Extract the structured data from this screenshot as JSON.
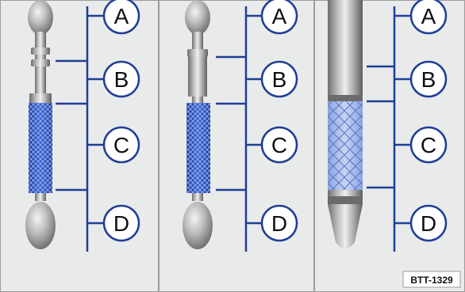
{
  "figure": {
    "code": "BTT-1329",
    "colors": {
      "background": "#e9eaea",
      "divider": "#9a9c9e",
      "callout_line": "#1f3f96",
      "callout_fill": "#ffffff",
      "callout_text": "#111111",
      "knurl_blue": "#2f57c4",
      "metal_light": "#e6e6e6",
      "metal_dark": "#7a7a7a"
    },
    "panels": [
      {
        "name": "panel-1",
        "callouts": [
          "A",
          "B",
          "C",
          "D"
        ]
      },
      {
        "name": "panel-2",
        "callouts": [
          "A",
          "B",
          "C",
          "D"
        ]
      },
      {
        "name": "panel-3",
        "callouts": [
          "A",
          "B",
          "C",
          "D"
        ]
      }
    ]
  }
}
